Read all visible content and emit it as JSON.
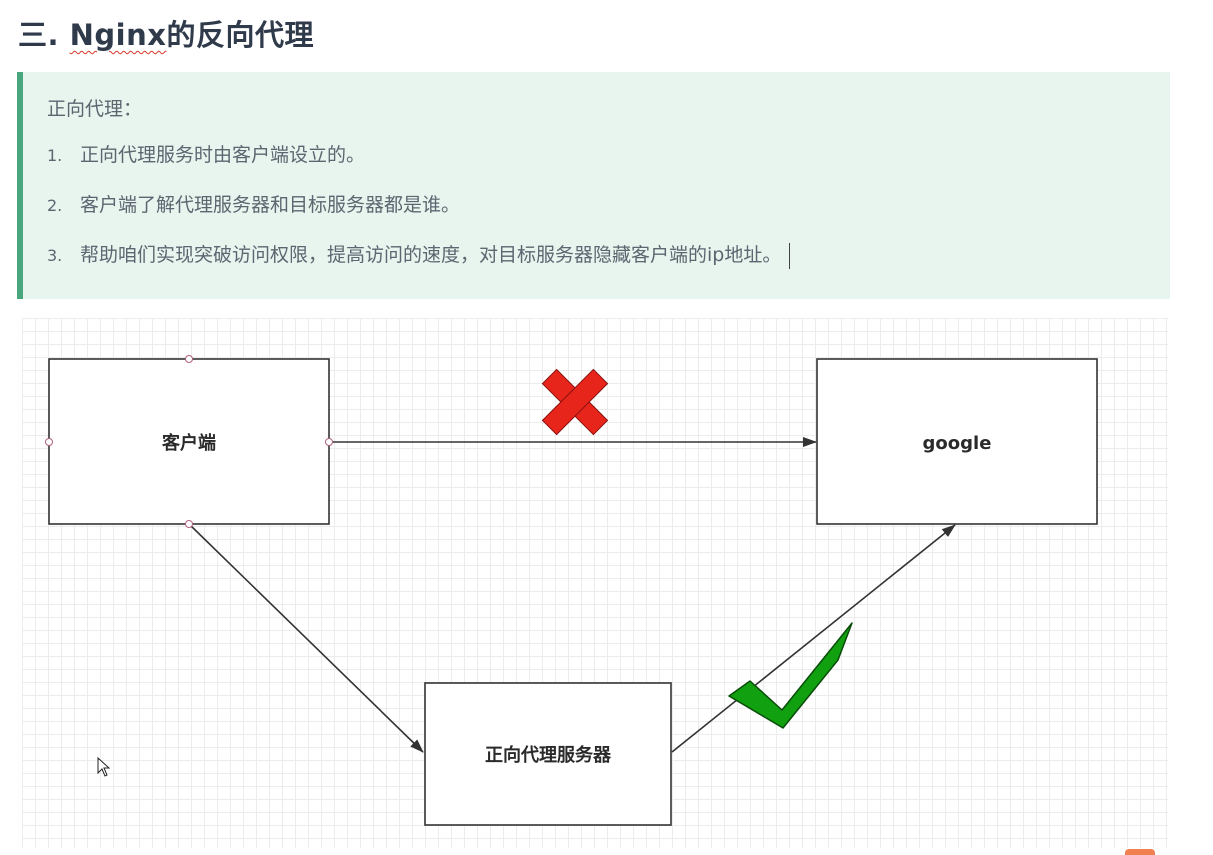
{
  "heading": {
    "prefix": "三. ",
    "keyword": "Nginx",
    "suffix": "的反向代理"
  },
  "note": {
    "title": "正向代理：",
    "items": [
      {
        "num": "1.",
        "text": "正向代理服务时由客户端设立的。"
      },
      {
        "num": "2.",
        "text": "客户端了解代理服务器和目标服务器都是谁。"
      },
      {
        "num": "3.",
        "text": "帮助咱们实现突破访问权限，提高访问的速度，对目标服务器隐藏客户端的ip地址。"
      }
    ]
  },
  "diagram": {
    "nodes": {
      "client": "客户端",
      "target": "google",
      "proxy": "正向代理服务器"
    },
    "icons": {
      "blocked": "red-cross-icon",
      "allowed": "green-check-icon"
    },
    "colors": {
      "cross": "#e8251b",
      "check": "#10a010",
      "quote_bar": "#4aa67c",
      "quote_bg": "#e8f4ee"
    }
  }
}
